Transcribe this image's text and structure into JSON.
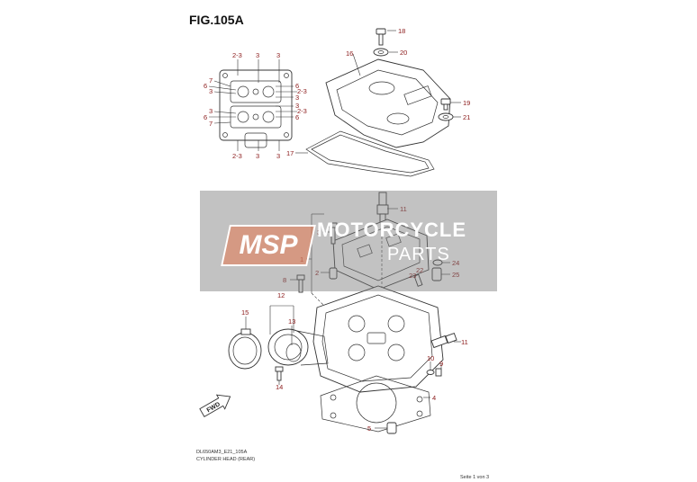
{
  "figure": {
    "title": "FIG.105A",
    "model_code": "DL650AM3_E21_105A",
    "caption": "CYLINDER HEAD (REAR)",
    "page": "Seite 1 von 3"
  },
  "watermark": {
    "logo": "MSP",
    "line1": "MOTORCYCLE",
    "line2": "PARTS"
  },
  "inset_labels": {
    "top": [
      "2-3",
      "3",
      "3"
    ],
    "left": [
      "7",
      "6",
      "3",
      "3",
      "6",
      "7"
    ],
    "right": [
      "6",
      "2-3",
      "3",
      "3",
      "2-3",
      "6"
    ],
    "bottom": [
      "2-3",
      "3",
      "3"
    ]
  },
  "callouts": {
    "c18": "18",
    "c20": "20",
    "c16": "16",
    "c19": "19",
    "c21": "21",
    "c17": "17",
    "c11a": "11",
    "c3": "3",
    "c1": "1",
    "c2": "2",
    "c24": "24",
    "c22": "22",
    "c23": "23",
    "c25": "25",
    "c8": "8",
    "c12": "12",
    "c15": "15",
    "c13": "13",
    "c11b": "11",
    "c10": "10",
    "c9": "9",
    "c14": "14",
    "c4": "4",
    "c5": "5"
  },
  "fwd_label": "FWD"
}
